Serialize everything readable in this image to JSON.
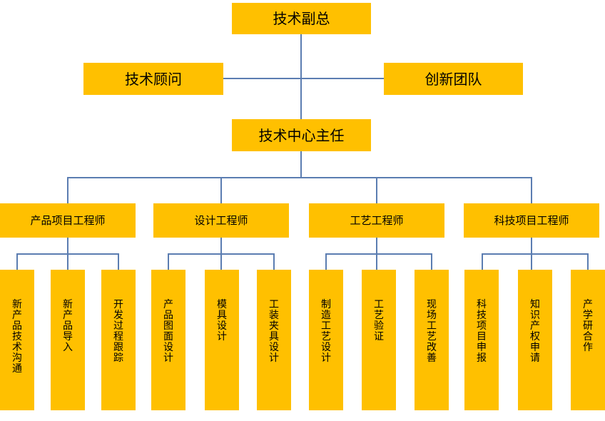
{
  "colors": {
    "node_fill": "#FFC000",
    "node_text": "#000000",
    "connector": "#5B7DB1",
    "background": "#FFFFFF"
  },
  "org_chart": {
    "root": {
      "label": "技术副总"
    },
    "staff": [
      {
        "label": "技术顾问"
      },
      {
        "label": "创新团队"
      }
    ],
    "director": {
      "label": "技术中心主任"
    },
    "departments": [
      {
        "label": "产品项目工程师",
        "duties": [
          "新产品技术沟通",
          "新产品导入",
          "开发过程跟踪"
        ]
      },
      {
        "label": "设计工程师",
        "duties": [
          "产品图面设计",
          "模具设计",
          "工装夹具设计"
        ]
      },
      {
        "label": "工艺工程师",
        "duties": [
          "制造工艺设计",
          "工艺验证",
          "现场工艺改善"
        ]
      },
      {
        "label": "科技项目工程师",
        "duties": [
          "科技项目申报",
          "知识产权申请",
          "产学研合作"
        ]
      }
    ]
  }
}
